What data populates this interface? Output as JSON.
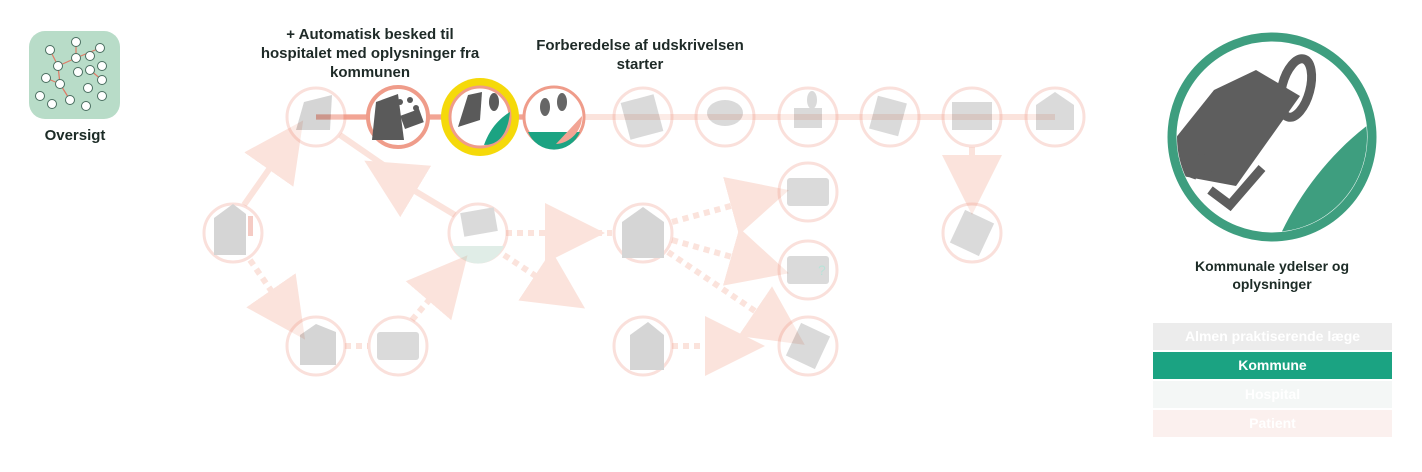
{
  "overview": {
    "label": "Oversigt",
    "icon": "network-map-icon"
  },
  "callouts": {
    "auto_message": "+ Automatisk besked til hospitalet med oplysninger fra kommunen",
    "preparation": "Forberedelse af udskrivelsen starter"
  },
  "detail": {
    "title": "Kommunale ydelser og oplysninger",
    "icon": "calculator-benefits-icon"
  },
  "legend": {
    "items": [
      {
        "label": "Almen praktiserende læge",
        "color": "#ececec",
        "active": false
      },
      {
        "label": "Kommune",
        "color": "#1ba382",
        "active": true
      },
      {
        "label": "Hospital",
        "color": "#f4f7f6",
        "active": false
      },
      {
        "label": "Patient",
        "color": "#fbf0ee",
        "active": false
      }
    ]
  },
  "colors": {
    "accent_green": "#1ba382",
    "highlight_yellow": "#f5d90a",
    "salmon": "#ef9c8a",
    "faded_ring": "#fbe2dc",
    "dark_icon": "#555555"
  }
}
